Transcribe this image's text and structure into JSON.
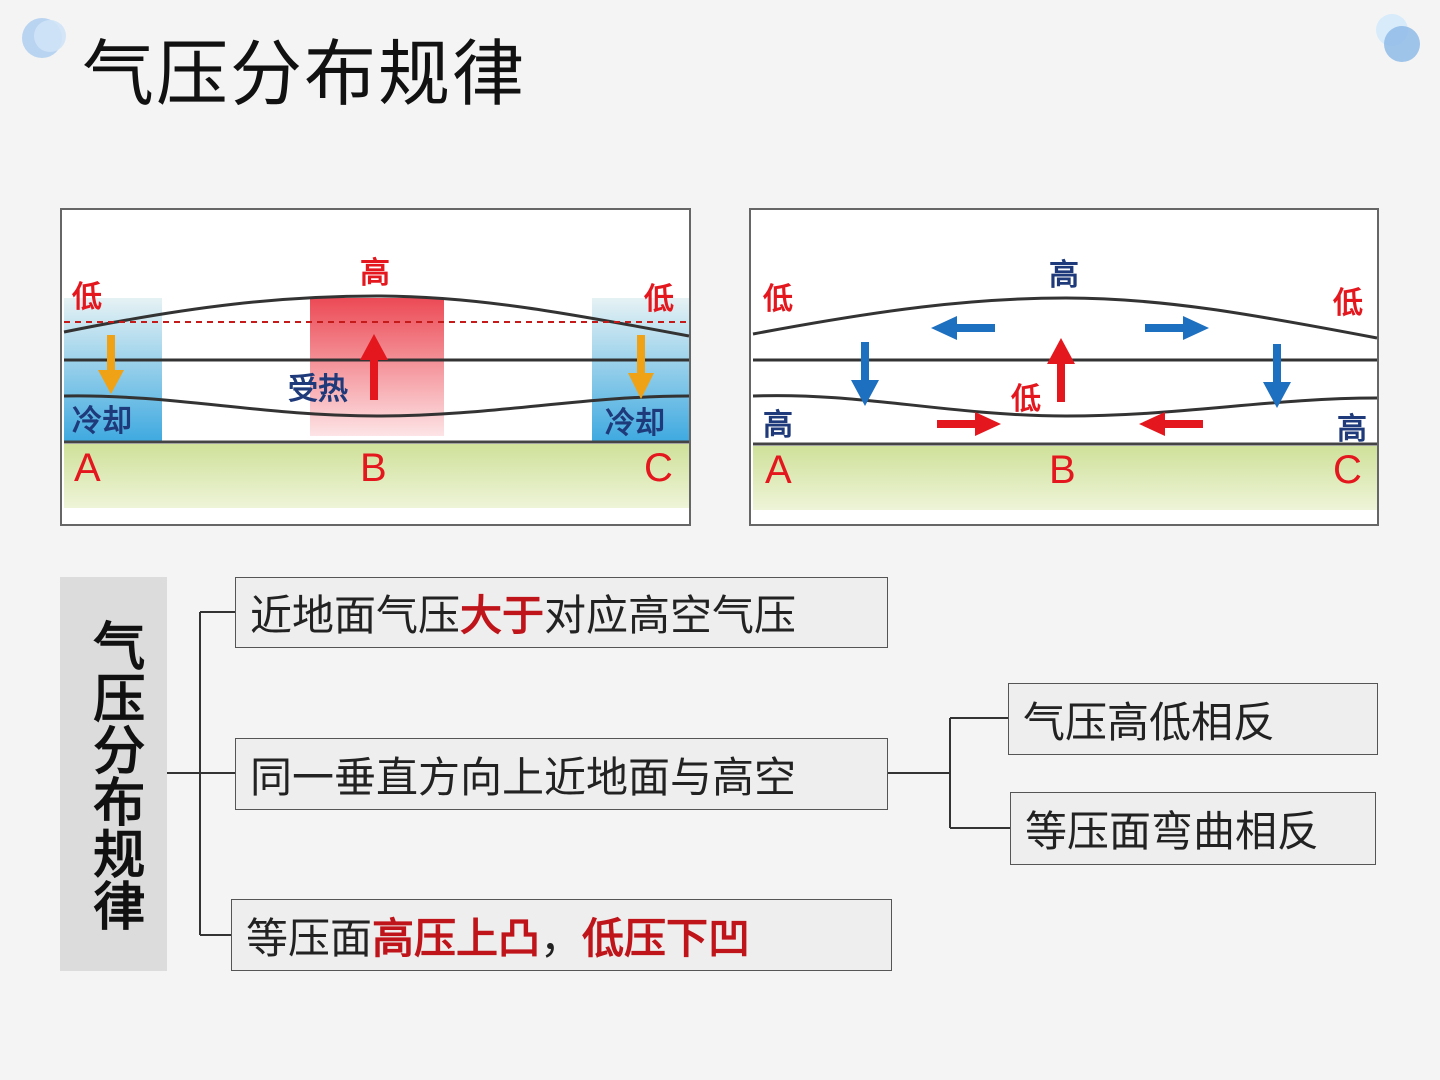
{
  "title": "气压分布规律",
  "diagram_left": {
    "top_labels": {
      "left": "低",
      "center": "高",
      "right": "低"
    },
    "cool_label": "冷却",
    "heat_label": "受热",
    "ground_labels": [
      "A",
      "B",
      "C"
    ]
  },
  "diagram_right": {
    "top_labels": {
      "left": "低",
      "center": "高",
      "right": "低"
    },
    "bottom_labels": {
      "left": "高",
      "center": "低",
      "right": "高"
    },
    "ground_labels": [
      "A",
      "B",
      "C"
    ]
  },
  "tree": {
    "root": "气压分布规律",
    "item1": {
      "pre": "近地面气压",
      "emph": "大于",
      "post": "对应高空气压"
    },
    "item2": "同一垂直方向上近地面与高空",
    "item2_children": [
      "气压高低相反",
      "等压面弯曲相反"
    ],
    "item3": {
      "pre": "等压面",
      "emph1": "高压上凸",
      "sep": "，",
      "emph2": "低压下凹"
    }
  },
  "colors": {
    "red": "#e4171e",
    "blue": "#1d6fc0",
    "orange": "#f0a216",
    "navy": "#1f3a7a",
    "cool_fill": "#52b7e6",
    "ground_fill": "#d6e6a6",
    "emphasis": "#c0141b"
  }
}
